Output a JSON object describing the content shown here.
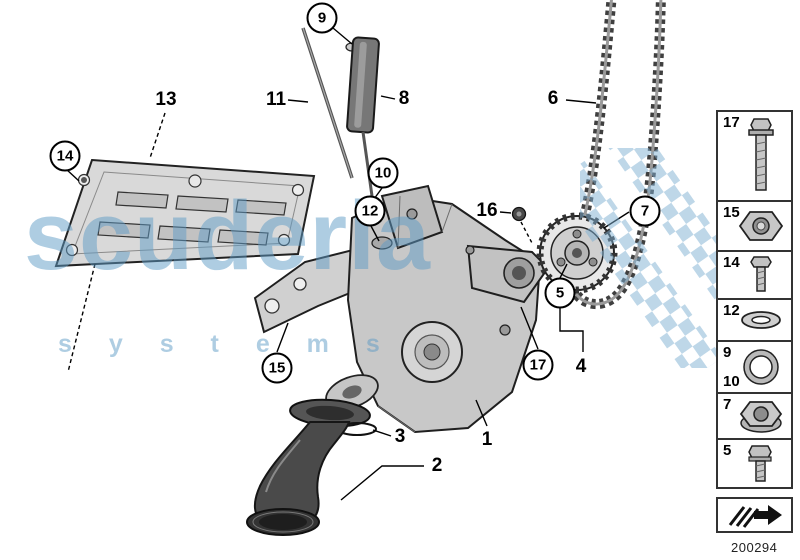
{
  "page": {
    "footer_code": "200294",
    "background_color": "#ffffff"
  },
  "watermark": {
    "title": "scuderia",
    "subtitle": "s y s t e m s",
    "color": "#5f9cc6"
  },
  "callouts": {
    "c1": "1",
    "c2": "2",
    "c3": "3",
    "c4": "4",
    "c5": "5",
    "c6": "6",
    "c7": "7",
    "c8": "8",
    "c9": "9",
    "c10": "10",
    "c11": "11",
    "c12": "12",
    "c13": "13",
    "c14": "14",
    "c15": "15",
    "c16": "16",
    "c17": "17"
  },
  "sidebar": {
    "items": [
      {
        "label": "17",
        "icon": "flange-bolt-long-icon"
      },
      {
        "label": "15",
        "icon": "hex-nut-icon"
      },
      {
        "label": "14",
        "icon": "screw-small-icon"
      },
      {
        "label": "12",
        "icon": "washer-icon"
      },
      {
        "label": "9",
        "label2": "10",
        "icon": "o-ring-icon"
      },
      {
        "label": "7",
        "icon": "flange-nut-icon"
      },
      {
        "label": "5",
        "icon": "hex-bolt-icon"
      }
    ],
    "nav_icon": "next-page-arrow-icon"
  }
}
